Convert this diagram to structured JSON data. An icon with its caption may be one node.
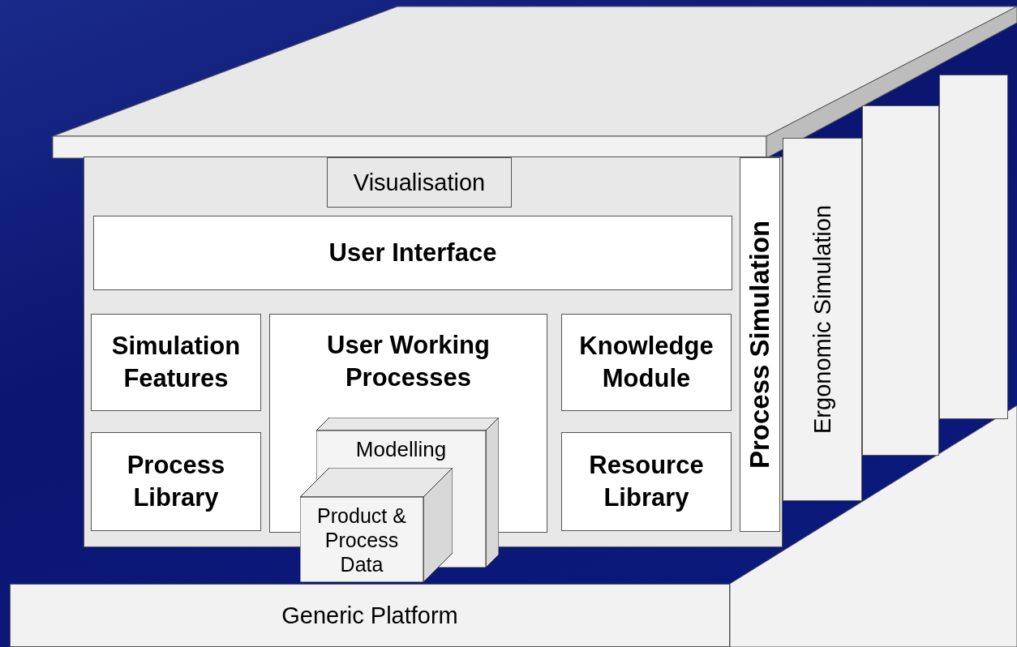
{
  "diagram": {
    "nodes": [
      {
        "text": [],
        "shape": "box"
      },
      {
        "text": [
          "Visualisation"
        ],
        "in": 0
      },
      {
        "text": [
          "User Interface"
        ],
        "in": 0
      },
      {
        "text": [
          "Simulation Features"
        ],
        "in": 0
      },
      {
        "text": [
          "User Working Processes"
        ],
        "in": 0
      },
      {
        "text": [
          "Knowledge Module"
        ],
        "in": 0
      },
      {
        "text": [
          "Process Library"
        ],
        "in": 0
      },
      {
        "text": [
          "Resource Library"
        ],
        "in": 0
      },
      {
        "text": [
          "Modelling"
        ]
      },
      {
        "text": [
          "Product & Process Data"
        ]
      },
      {
        "text": [
          "Process Simulation"
        ],
        "in": 0
      },
      {
        "text": [
          "Ergonomic Simulation"
        ]
      },
      {
        "text": [],
        "shape": "box"
      },
      {
        "text": [],
        "shape": "box"
      },
      {
        "text": [
          "Generic Platform"
        ]
      }
    ]
  }
}
